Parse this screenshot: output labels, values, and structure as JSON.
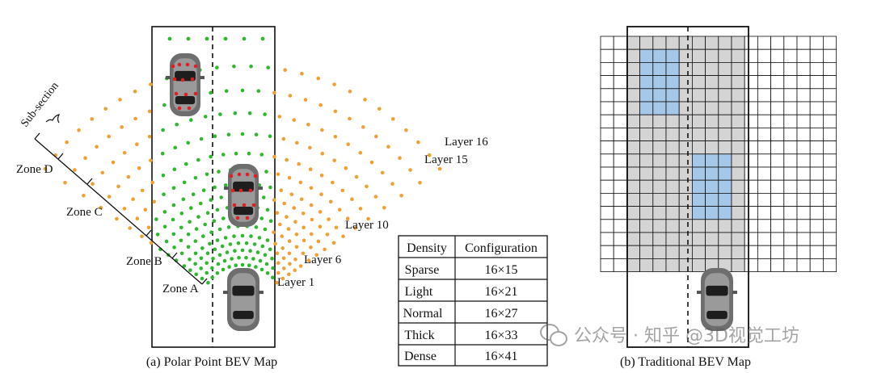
{
  "colors": {
    "green": "#2db82d",
    "orange": "#f0a030",
    "red": "#e02020",
    "gray_cell": "#d4d4d4",
    "blue_cell": "#a6c8e8"
  },
  "polar": {
    "caption": "(a) Polar Point BEV Map",
    "subsection_label": "Sub-section",
    "zone_labels": [
      "Zone D",
      "Zone C",
      "Zone B",
      "Zone A"
    ],
    "layer_labels": [
      "Layer 16",
      "Layer 15",
      "Layer 10",
      "Layer 6",
      "Layer 1"
    ]
  },
  "table": {
    "headers": [
      "Density",
      "Configuration"
    ],
    "rows": [
      [
        "Sparse",
        "16×15"
      ],
      [
        "Light",
        "16×21"
      ],
      [
        "Normal",
        "16×27"
      ],
      [
        "Thick",
        "16×33"
      ],
      [
        "Dense",
        "16×41"
      ]
    ]
  },
  "grid": {
    "caption": "(b) Traditional BEV Map",
    "columns": 18,
    "rows": 18
  },
  "watermark": {
    "text": "公众号 · 知乎 @3D视觉工坊"
  }
}
